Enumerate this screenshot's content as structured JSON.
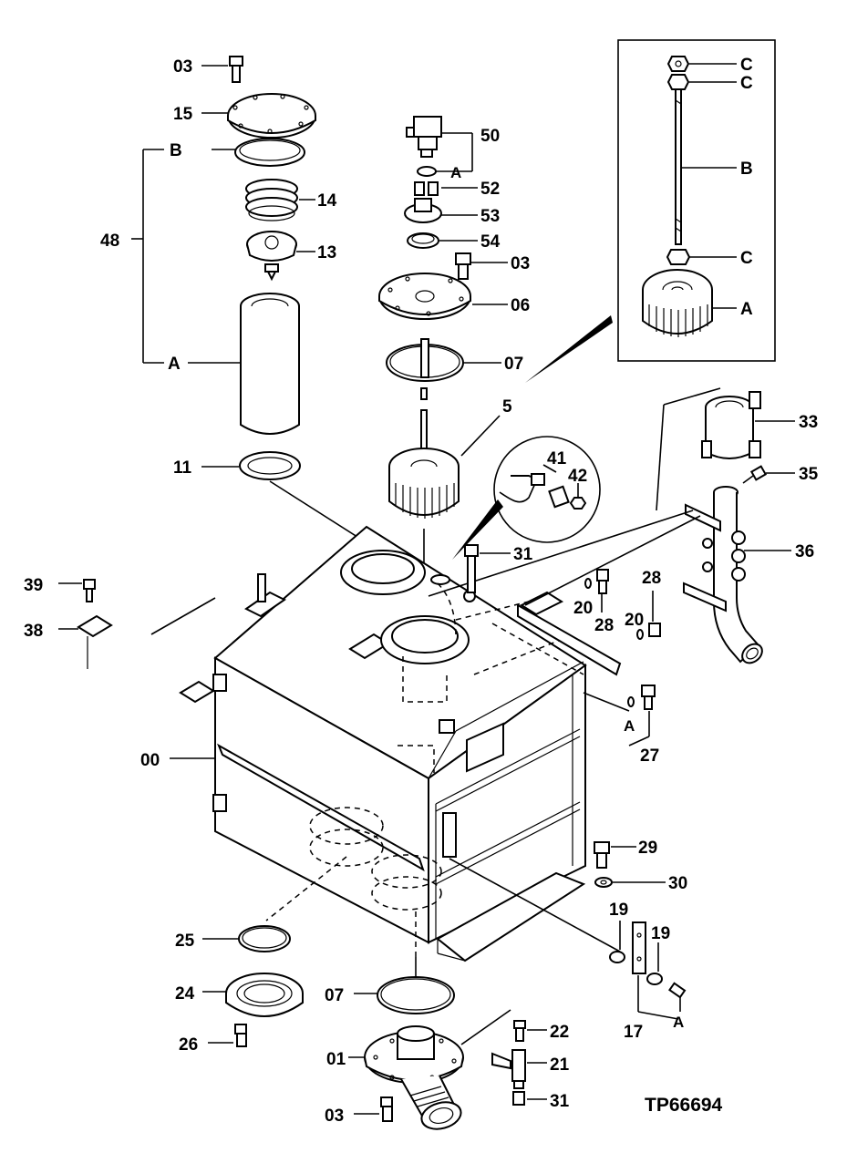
{
  "diagram": {
    "drawing_id": "TP66694",
    "labels": {
      "p03_top": "03",
      "p15": "15",
      "pB_left": "B",
      "p48": "48",
      "p14": "14",
      "p13": "13",
      "pA_left": "A",
      "p11": "11",
      "p50": "50",
      "pA_50": "A",
      "p52": "52",
      "p53": "53",
      "p54": "54",
      "p03_mid": "03",
      "p06": "06",
      "p07_top": "07",
      "p5": "5",
      "pC1": "C",
      "pC2": "C",
      "pB_inset": "B",
      "pC3": "C",
      "pA_inset": "A",
      "p33": "33",
      "p35": "35",
      "p41": "41",
      "p42": "42",
      "p36": "36",
      "p31_mid": "31",
      "p39": "39",
      "p38": "38",
      "p28a": "28",
      "p28b": "28",
      "p20a": "20",
      "p20b": "20",
      "pA_27": "A",
      "p27": "27",
      "p00": "00",
      "p29": "29",
      "p30": "30",
      "p19a": "19",
      "p19b": "19",
      "pA_17": "A",
      "p17": "17",
      "p25": "25",
      "p24": "24",
      "p07_bot": "07",
      "p26": "26",
      "p22": "22",
      "p01": "01",
      "p21": "21",
      "p03_bot": "03",
      "p31_bot": "31"
    }
  }
}
